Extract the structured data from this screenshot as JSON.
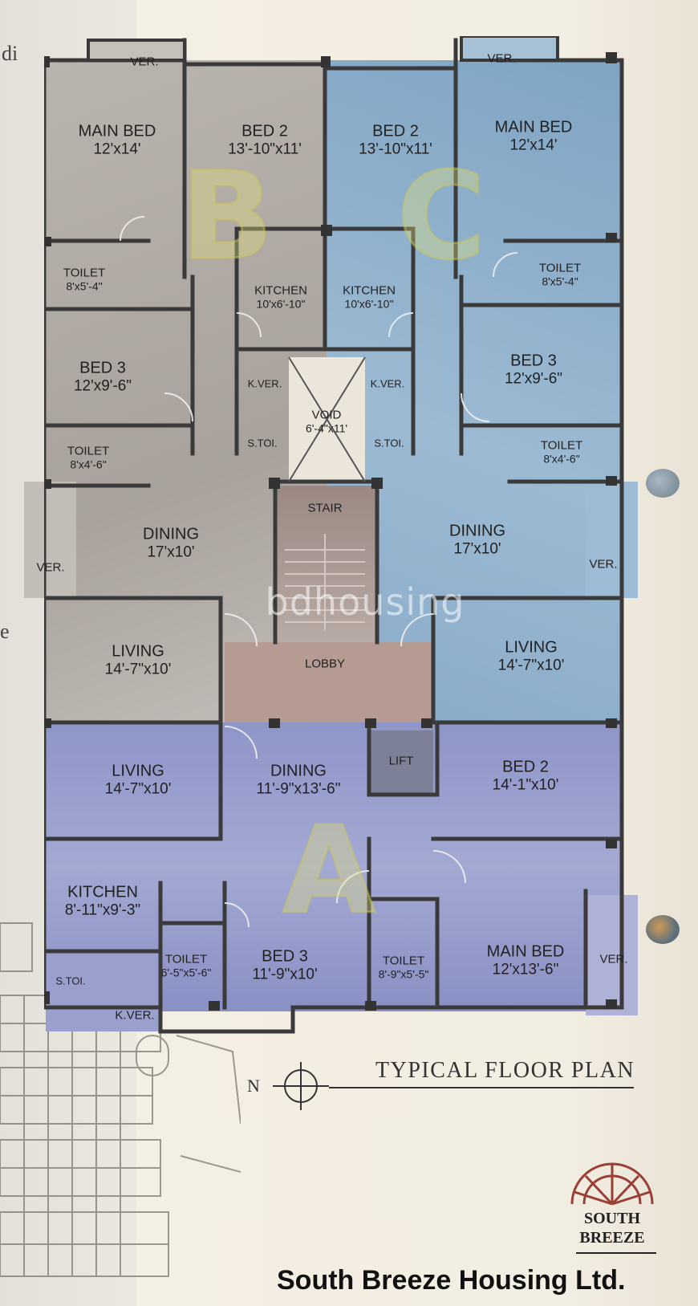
{
  "edge_text": {
    "top": "di",
    "mid": "e"
  },
  "flat_letters": [
    "B",
    "C",
    "A"
  ],
  "watermark": "bdhousing",
  "rooms": {
    "b_ver_top": {
      "name": "VER."
    },
    "b_main_bed": {
      "name": "MAIN BED",
      "dim": "12'x14'"
    },
    "b_bed2": {
      "name": "BED 2",
      "dim": "13'-10\"x11'"
    },
    "b_toilet1": {
      "name": "TOILET",
      "dim": "8'x5'-4\""
    },
    "b_kitchen": {
      "name": "KITCHEN",
      "dim": "10'x6'-10\""
    },
    "b_bed3": {
      "name": "BED 3",
      "dim": "12'x9'-6\""
    },
    "b_kver": {
      "name": "K.VER."
    },
    "b_stoi": {
      "name": "S.TOI."
    },
    "b_toilet2": {
      "name": "TOILET",
      "dim": "8'x4'-6\""
    },
    "b_ver_side": {
      "name": "VER."
    },
    "b_dining": {
      "name": "DINING",
      "dim": "17'x10'"
    },
    "b_living": {
      "name": "LIVING",
      "dim": "14'-7\"x10'"
    },
    "c_ver_top": {
      "name": "VER."
    },
    "c_main_bed": {
      "name": "MAIN BED",
      "dim": "12'x14'"
    },
    "c_bed2": {
      "name": "BED 2",
      "dim": "13'-10\"x11'"
    },
    "c_toilet1": {
      "name": "TOILET",
      "dim": "8'x5'-4\""
    },
    "c_kitchen": {
      "name": "KITCHEN",
      "dim": "10'x6'-10\""
    },
    "c_bed3": {
      "name": "BED 3",
      "dim": "12'x9'-6\""
    },
    "c_kver": {
      "name": "K.VER."
    },
    "c_stoi": {
      "name": "S.TOI."
    },
    "c_toilet2": {
      "name": "TOILET",
      "dim": "8'x4'-6\""
    },
    "c_dining": {
      "name": "DINING",
      "dim": "17'x10'"
    },
    "c_ver_side": {
      "name": "VER."
    },
    "c_living": {
      "name": "LIVING",
      "dim": "14'-7\"x10'"
    },
    "void": {
      "name": "VOID",
      "dim": "6'-4\"x11'"
    },
    "stair": {
      "name": "STAIR"
    },
    "lobby": {
      "name": "LOBBY"
    },
    "lift": {
      "name": "LIFT"
    },
    "a_living": {
      "name": "LIVING",
      "dim": "14'-7\"x10'"
    },
    "a_dining": {
      "name": "DINING",
      "dim": "11'-9\"x13'-6\""
    },
    "a_bed2": {
      "name": "BED 2",
      "dim": "14'-1\"x10'"
    },
    "a_kitchen": {
      "name": "KITCHEN",
      "dim": "8'-11\"x9'-3\""
    },
    "a_toilet1": {
      "name": "TOILET",
      "dim": "6'-5\"x5'-6\""
    },
    "a_bed3": {
      "name": "BED 3",
      "dim": "11'-9\"x10'"
    },
    "a_toilet2": {
      "name": "TOILET",
      "dim": "8'-9\"x5'-5\""
    },
    "a_main_bed": {
      "name": "MAIN BED",
      "dim": "12'x13'-6\""
    },
    "a_stoi": {
      "name": "S.TOI."
    },
    "a_kver": {
      "name": "K.VER."
    },
    "a_ver": {
      "name": "VER."
    }
  },
  "north_label": "N",
  "title": "TYPICAL FLOOR PLAN",
  "logo": {
    "line1": "SOUTH",
    "line2": "BREEZE"
  },
  "company": "South Breeze Housing Ltd.",
  "colors": {
    "wall": "#3a3a3a",
    "unit_b": "#b4ada7",
    "unit_c": "#95b4cc",
    "unit_a": "#8f96c8",
    "core": "#a89993",
    "lobby": "#b59b92"
  }
}
